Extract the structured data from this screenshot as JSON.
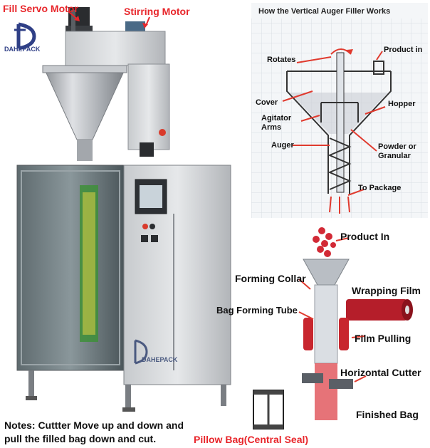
{
  "machine": {
    "label_fill_servo": "Fill Servo Motor",
    "label_stirring": "Stirring Motor",
    "brand_logo": "DAHEPACK",
    "brand_plate": "DAHEPACK"
  },
  "auger_diagram": {
    "title": "How the Vertical Auger Filler Works",
    "labels": {
      "rotates": "Rotates",
      "product_in": "Product in",
      "cover": "Cover",
      "hopper": "Hopper",
      "agitator_arms": "Agitator Arms",
      "auger": "Auger",
      "powder": "Powder or Granular",
      "to_package": "To Package"
    }
  },
  "bagging_diagram": {
    "labels": {
      "product_in": "Product In",
      "forming_collar": "Forming Collar",
      "wrapping_film": "Wrapping Film",
      "bag_forming_tube": "Bag Forming Tube",
      "film_pulling": "Film Pulling",
      "horizontal_cutter": "Horizontal Cutter",
      "finished_bag": "Finished Bag"
    }
  },
  "notes": {
    "line1": "Notes: Cuttter Move up and down and",
    "line2": "pull the filled bag down and cut."
  },
  "pillow_bag_label": "Pillow Bag(Central Seal)",
  "colors": {
    "label_red": "#e8262b",
    "steel": "#b9bcc0",
    "grid_line": "#d9dde3",
    "arrow_red": "#e03a2e"
  }
}
